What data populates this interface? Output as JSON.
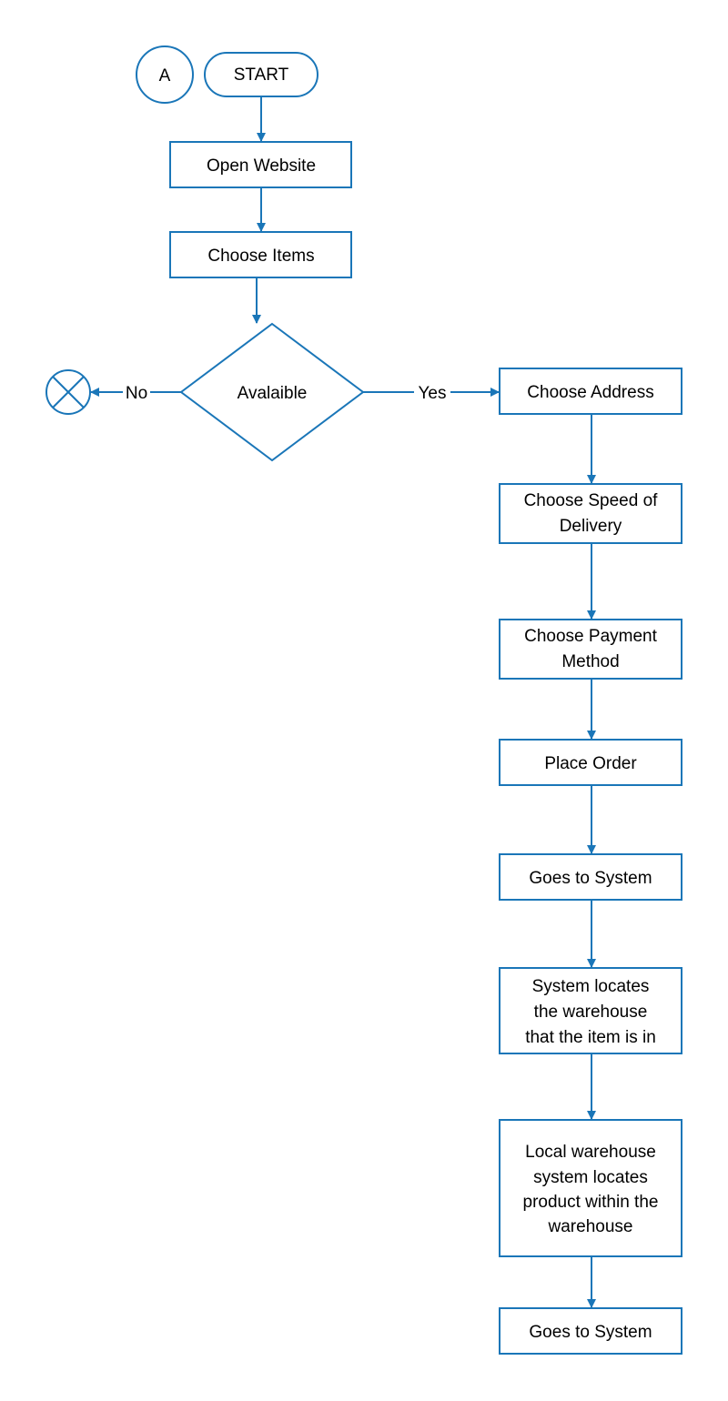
{
  "connector": {
    "label": "A"
  },
  "nodes": {
    "start": "START",
    "open_website": "Open Website",
    "choose_items": "Choose Items",
    "decision_available": "Avalaible",
    "choose_address": "Choose Address",
    "choose_speed": [
      "Choose Speed of",
      "Delivery"
    ],
    "choose_payment": [
      "Choose Payment",
      "Method"
    ],
    "place_order": "Place Order",
    "goes_to_system_1": "Goes to System",
    "system_locates": [
      "System locates",
      "the warehouse",
      "that the item is in"
    ],
    "local_warehouse": [
      "Local warehouse",
      "system locates",
      "product within the",
      "warehouse"
    ],
    "goes_to_system_2": "Goes to System"
  },
  "edges": {
    "no_label": "No",
    "yes_label": "Yes"
  },
  "colors": {
    "stroke": "#1a76b8",
    "text": "#000000",
    "background": "#ffffff"
  }
}
